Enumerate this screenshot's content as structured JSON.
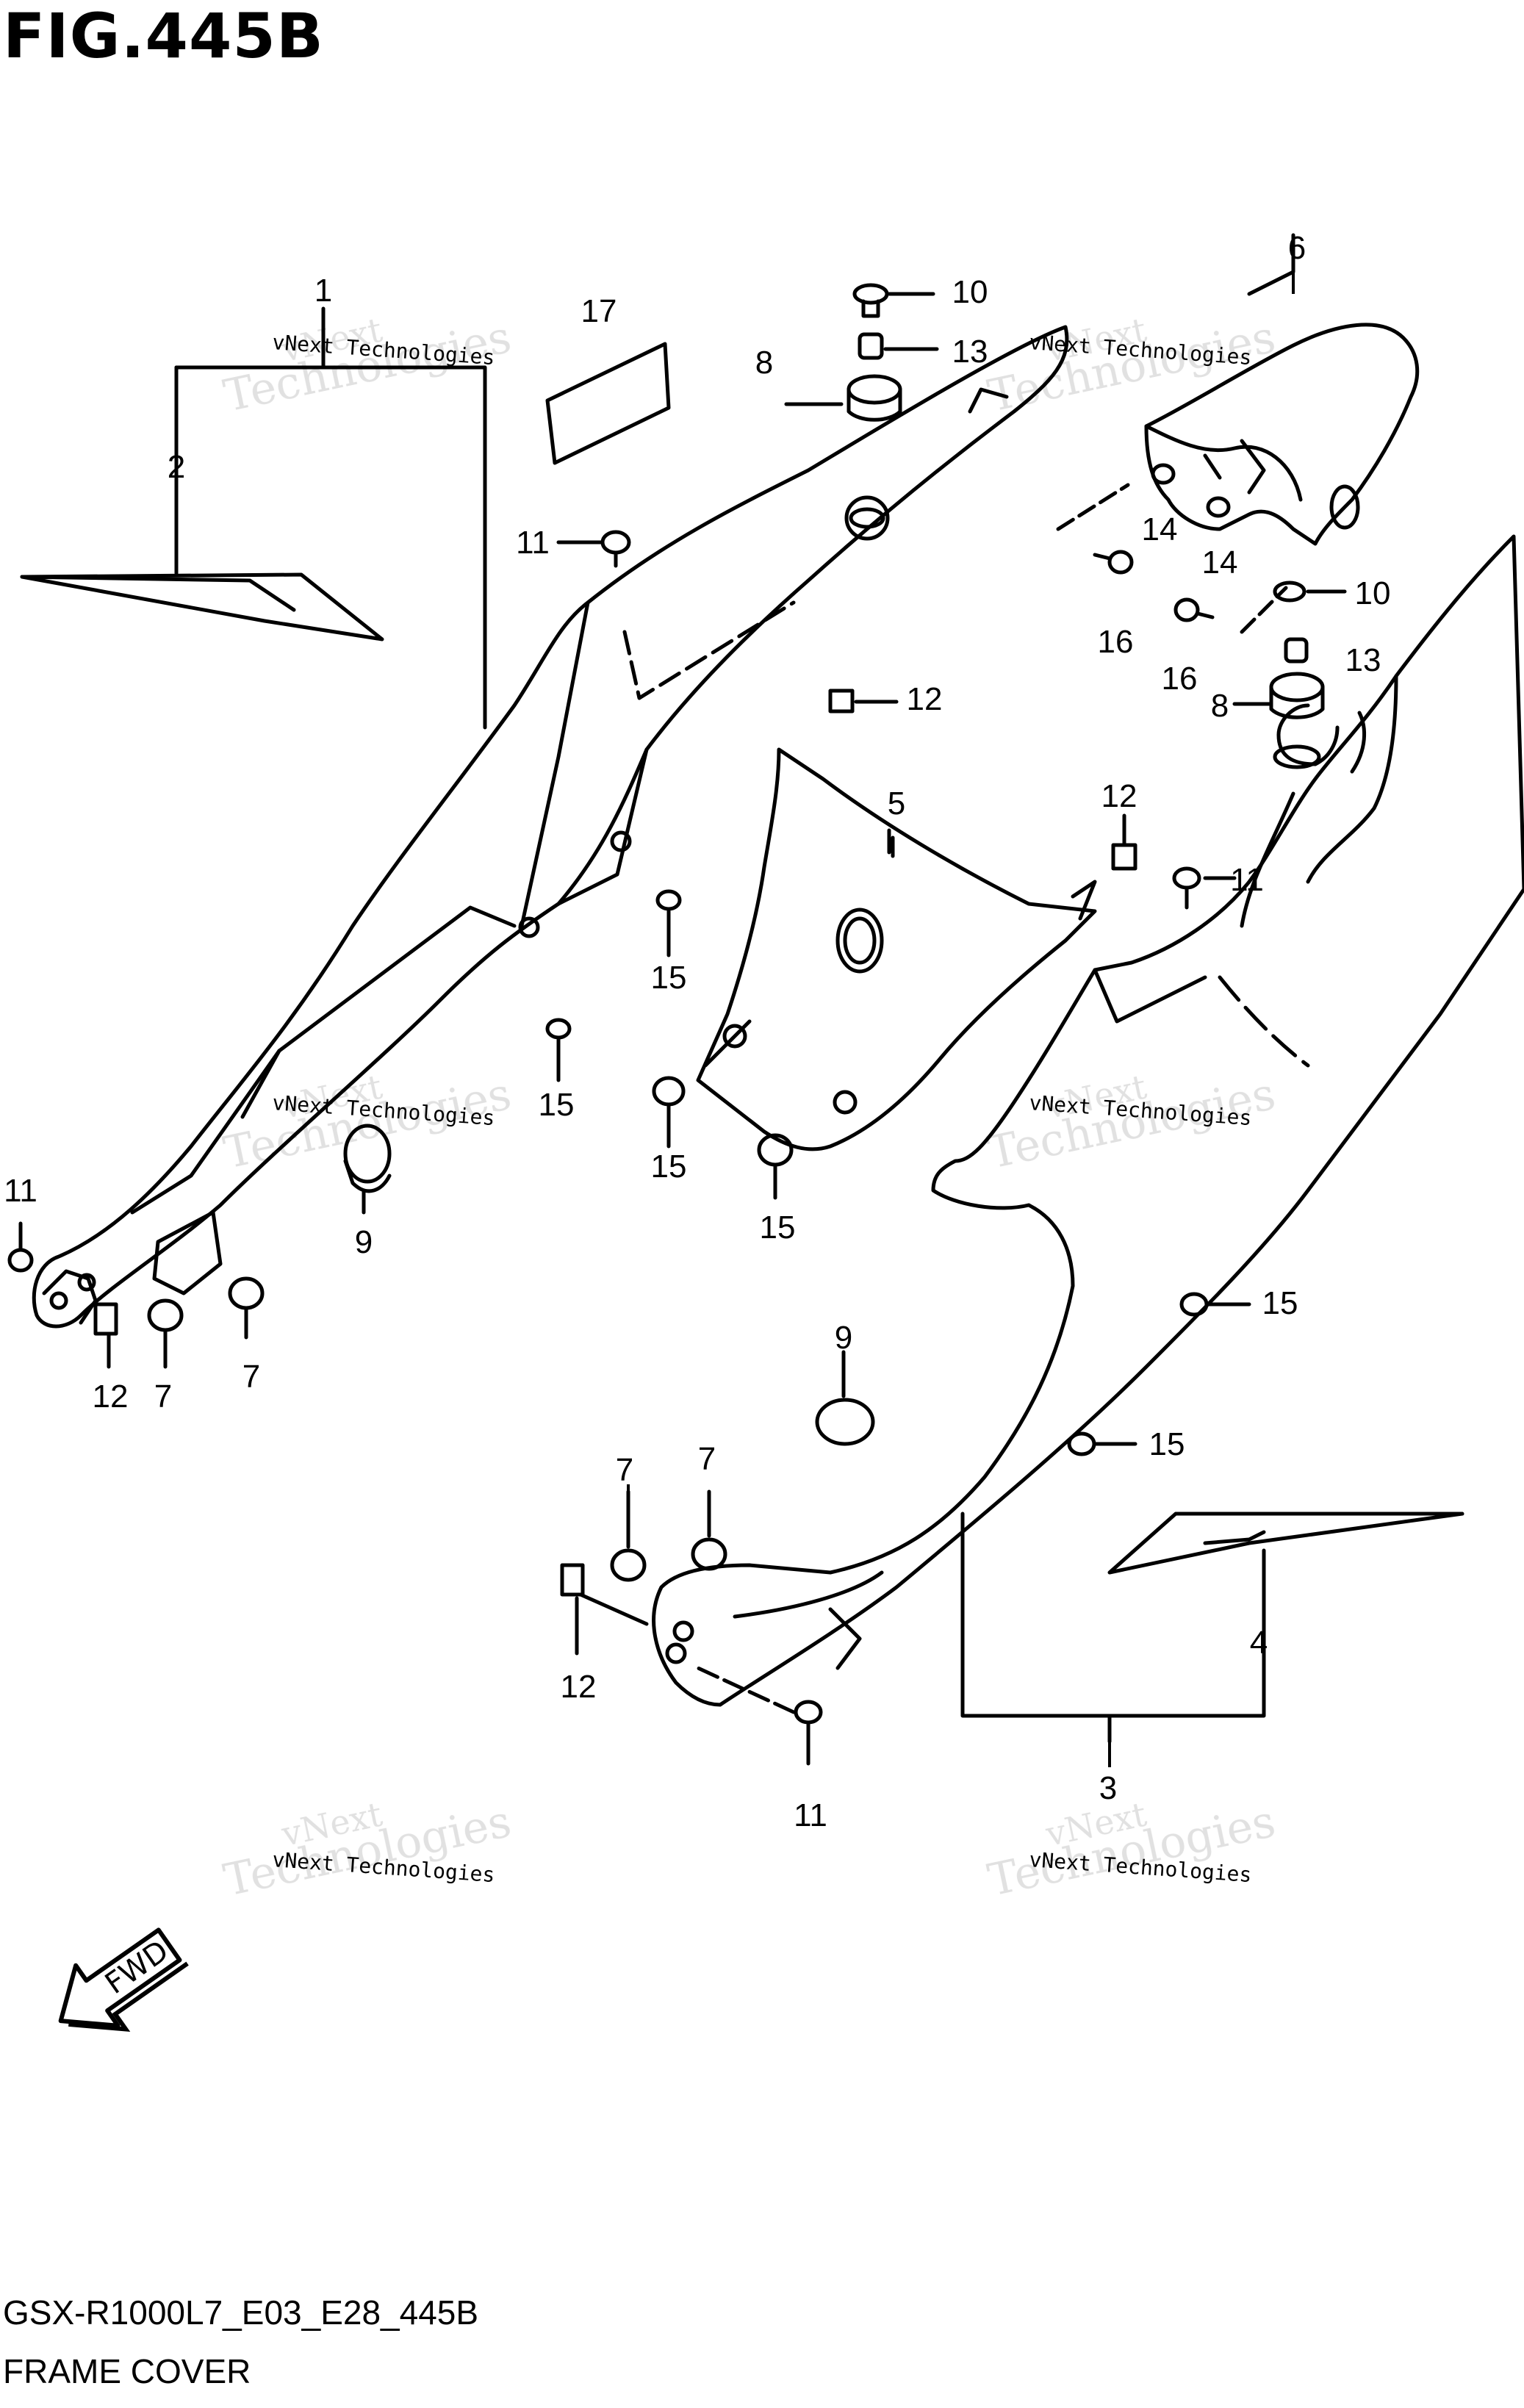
{
  "figure": {
    "title": "FIG.445B",
    "model_code": "GSX-R1000L7_E03_E28_445B",
    "caption": "FRAME COVER"
  },
  "fwd_arrow": {
    "label": "FWD",
    "icon": "fwd-arrow-icon"
  },
  "watermark": {
    "line1": "vNext",
    "line2": "Technologies",
    "line3": "vNext Technologies"
  },
  "callouts": [
    {
      "label": "1"
    },
    {
      "label": "2"
    },
    {
      "label": "17"
    },
    {
      "label": "10"
    },
    {
      "label": "13"
    },
    {
      "label": "8"
    },
    {
      "label": "11"
    },
    {
      "label": "6"
    },
    {
      "label": "14"
    },
    {
      "label": "14"
    },
    {
      "label": "16"
    },
    {
      "label": "16"
    },
    {
      "label": "10"
    },
    {
      "label": "13"
    },
    {
      "label": "8"
    },
    {
      "label": "12"
    },
    {
      "label": "5"
    },
    {
      "label": "12"
    },
    {
      "label": "11"
    },
    {
      "label": "15"
    },
    {
      "label": "15"
    },
    {
      "label": "15"
    },
    {
      "label": "15"
    },
    {
      "label": "9"
    },
    {
      "label": "11"
    },
    {
      "label": "12"
    },
    {
      "label": "7"
    },
    {
      "label": "7"
    },
    {
      "label": "15"
    },
    {
      "label": "9"
    },
    {
      "label": "15"
    },
    {
      "label": "7"
    },
    {
      "label": "7"
    },
    {
      "label": "4"
    },
    {
      "label": "12"
    },
    {
      "label": "3"
    },
    {
      "label": "11"
    }
  ]
}
